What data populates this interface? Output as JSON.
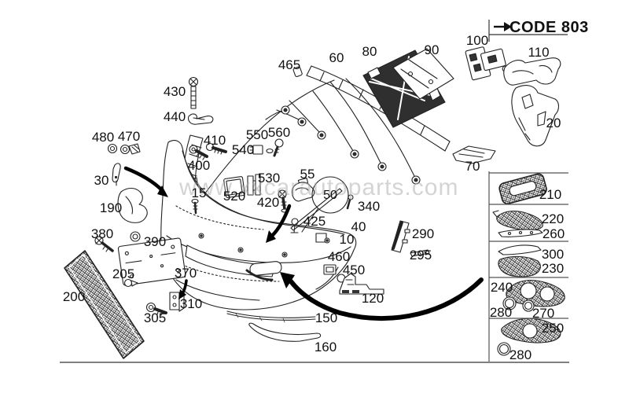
{
  "header": {
    "code_label": "CODE 803"
  },
  "watermark": {
    "text": "www.xxcarautoparts.com"
  },
  "parts": {
    "p10": "10",
    "p15": "15",
    "p20": "20",
    "p30": "30",
    "p40": "40",
    "p50": "50",
    "p55": "55",
    "p60": "60",
    "p70": "70",
    "p80": "80",
    "p90": "90",
    "p100": "100",
    "p110": "110",
    "p120": "120",
    "p150": "150",
    "p160": "160",
    "p190": "190",
    "p200": "200",
    "p205": "205",
    "p210": "210",
    "p220": "220",
    "p230": "230",
    "p240": "240",
    "p250": "250",
    "p260": "260",
    "p270": "270",
    "p280a": "280",
    "p280b": "280",
    "p290": "290",
    "p295": "295",
    "p300": "300",
    "p305": "305",
    "p310": "310",
    "p340": "340",
    "p370": "370",
    "p380": "380",
    "p390": "390",
    "p400": "400",
    "p410": "410",
    "p420": "420",
    "p425": "425",
    "p430": "430",
    "p440": "440",
    "p450": "450",
    "p460": "460",
    "p465": "465",
    "p470": "470",
    "p480": "480",
    "p520": "520",
    "p530": "530",
    "p540": "540",
    "p550": "550",
    "p560": "560"
  },
  "panel": {
    "sections": [
      {
        "parts": [
          "210"
        ]
      },
      {
        "parts": [
          "220",
          "260"
        ]
      },
      {
        "parts": [
          "300",
          "230"
        ]
      },
      {
        "parts": [
          "240",
          "280",
          "270"
        ]
      },
      {
        "parts": [
          "250",
          "280"
        ]
      }
    ]
  },
  "colors": {
    "line": "#222222",
    "watermark": "#ababab",
    "accent": "#000000"
  }
}
